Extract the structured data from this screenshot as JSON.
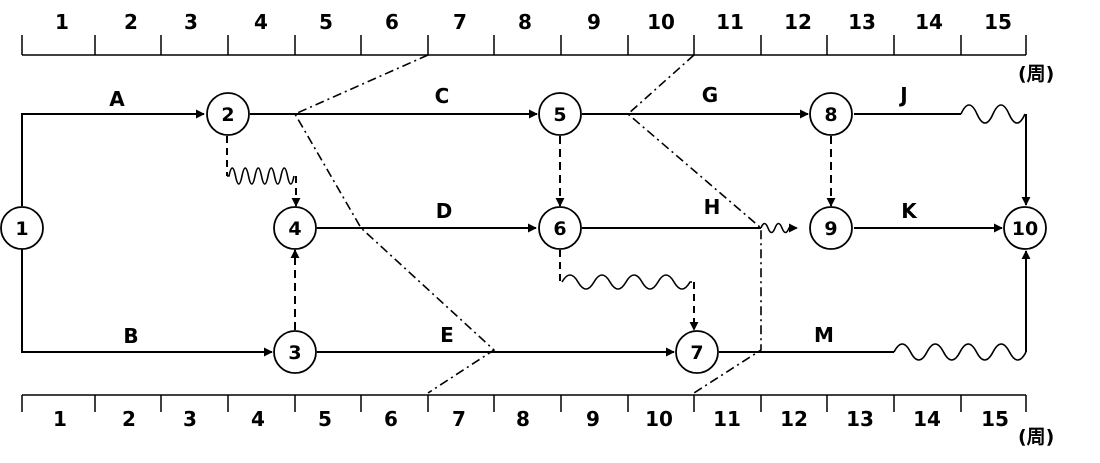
{
  "timescale": {
    "top": [
      "1",
      "2",
      "3",
      "4",
      "5",
      "6",
      "7",
      "8",
      "9",
      "10",
      "11",
      "12",
      "13",
      "14",
      "15"
    ],
    "bottom": [
      "1",
      "2",
      "3",
      "4",
      "5",
      "6",
      "7",
      "8",
      "9",
      "10",
      "11",
      "12",
      "13",
      "14",
      "15"
    ],
    "unit_top": "(周)",
    "unit_bottom": "(周)"
  },
  "nodes": [
    {
      "id": "1",
      "label": "1"
    },
    {
      "id": "2",
      "label": "2"
    },
    {
      "id": "3",
      "label": "3"
    },
    {
      "id": "4",
      "label": "4"
    },
    {
      "id": "5",
      "label": "5"
    },
    {
      "id": "6",
      "label": "6"
    },
    {
      "id": "7",
      "label": "7"
    },
    {
      "id": "8",
      "label": "8"
    },
    {
      "id": "9",
      "label": "9"
    },
    {
      "id": "10",
      "label": "10"
    }
  ],
  "activities": [
    {
      "label": "A",
      "from": "1",
      "to": "2"
    },
    {
      "label": "B",
      "from": "1",
      "to": "3"
    },
    {
      "label": "C",
      "from": "2",
      "to": "5"
    },
    {
      "label": "D",
      "from": "4",
      "to": "6"
    },
    {
      "label": "E",
      "from": "3",
      "to": "7"
    },
    {
      "label": "G",
      "from": "5",
      "to": "8"
    },
    {
      "label": "H",
      "from": "6",
      "to": "9"
    },
    {
      "label": "J",
      "from": "8",
      "to": "10"
    },
    {
      "label": "K",
      "from": "9",
      "to": "10"
    },
    {
      "label": "M",
      "from": "7",
      "to": "10"
    }
  ],
  "dummies": [
    {
      "from": "2",
      "to": "4"
    },
    {
      "from": "3",
      "to": "4"
    },
    {
      "from": "5",
      "to": "6"
    },
    {
      "from": "6",
      "to": "7"
    },
    {
      "from": "8",
      "to": "9"
    }
  ],
  "check_lines": 2
}
